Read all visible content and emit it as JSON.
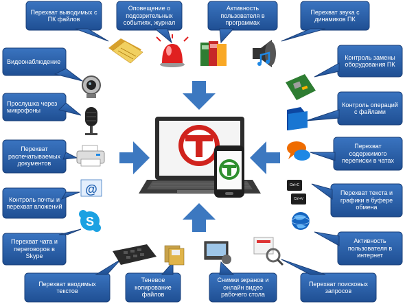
{
  "bubbles": {
    "file_transfer": "Перехват выводимых с ПК файлов",
    "alerts": "Оповещение о подозрительных событиях, журнал",
    "program_activity": "Активность пользователя в программах",
    "audio_capture": "Перехват звука с динамиков ПК",
    "video_surveillance": "Видеонаблюдение",
    "hardware_control": "Контроль замены оборудования ПК",
    "microphone": "Прослушка через микрофоны",
    "file_operations": "Контроль операций с файлами",
    "print_capture": "Перехват распечатываемых документов",
    "chat_content": "Перехват содержимого переписки в чатах",
    "mail_control": "Контроль почты и перехват вложений",
    "clipboard": "Перехват текста и графики в буфере обмена",
    "skype": "Перехват чата и переговоров в Skype",
    "internet_activity": "Активность пользователя в интернет",
    "keylogger": "Перехват вводимых текстов",
    "shadow_copy": "Теневое копирование файлов",
    "screenshots": "Снимки экранов и онлайн видео рабочего стола",
    "search_queries": "Перехват поисковых запросов"
  },
  "icon_text": {
    "ctrl_c": "Ctrl+C",
    "ctrl_v": "Ctrl+V"
  },
  "colors": {
    "bubble_fill": "#2a5ea8",
    "bubble_stroke": "#1a3f78",
    "arrow": "#3c78c0",
    "logo_red": "#d0231d",
    "logo_green": "#2f8f2f"
  }
}
